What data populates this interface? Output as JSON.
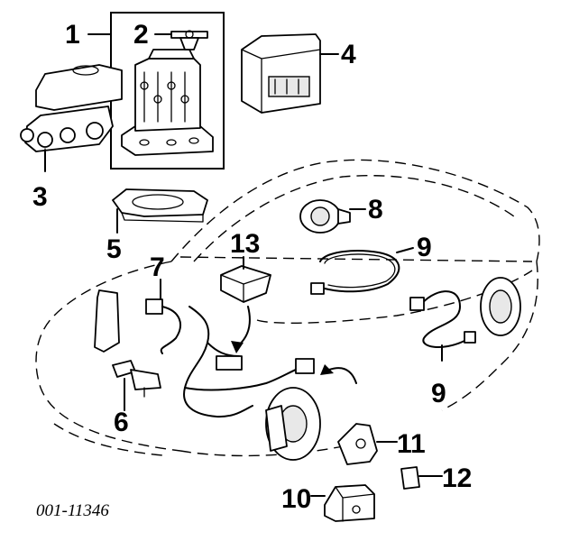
{
  "diagram": {
    "part_labels": {
      "p1": "1",
      "p2": "2",
      "p3": "3",
      "p4": "4",
      "p5": "5",
      "p6": "6",
      "p7": "7",
      "p8": "8",
      "p9a": "9",
      "p9b": "9",
      "p10": "10",
      "p11": "11",
      "p12": "12",
      "p13": "13"
    },
    "figure_code": "001-11346"
  }
}
